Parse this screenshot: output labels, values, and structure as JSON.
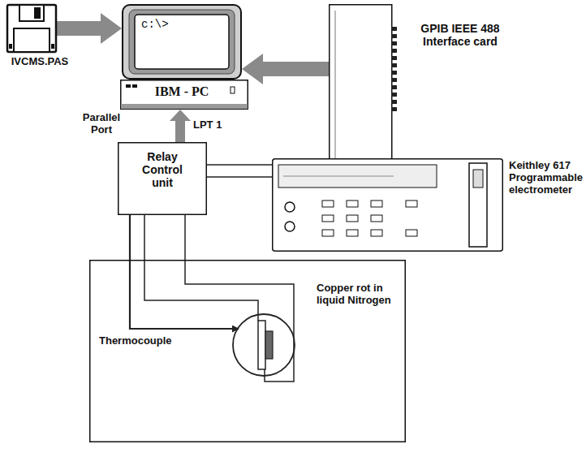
{
  "diagram": {
    "nodes": [
      {
        "text": [
          "IVCMS.PAS"
        ]
      },
      {
        "text": [
          "c:\\>"
        ]
      },
      {
        "text": [
          "IBM - PC"
        ]
      },
      {
        "text": [
          "GPIB IEEE 488 Interface card"
        ]
      },
      {
        "text": [
          "Relay Control unit"
        ]
      },
      {
        "text": [
          "Keithley 617 Programmable electrometer"
        ]
      },
      {
        "text": [
          "Copper rot in liquid Nitrogen"
        ]
      }
    ],
    "edges": [
      {
        "from": 0,
        "to": 1,
        "arrow": "to"
      },
      {
        "from": 3,
        "to": 1,
        "arrow": "to"
      },
      {
        "from": 4,
        "to": 2,
        "label": "LPT 1",
        "arrow": "to"
      },
      {
        "from": 5,
        "to": 3,
        "arrow": "to"
      },
      {
        "from": 4,
        "to": 5,
        "arrow": "none"
      },
      {
        "from": 4,
        "to": 6,
        "arrow": "none"
      }
    ],
    "labels": [
      "Parallel Port",
      "Thermocouple"
    ]
  }
}
